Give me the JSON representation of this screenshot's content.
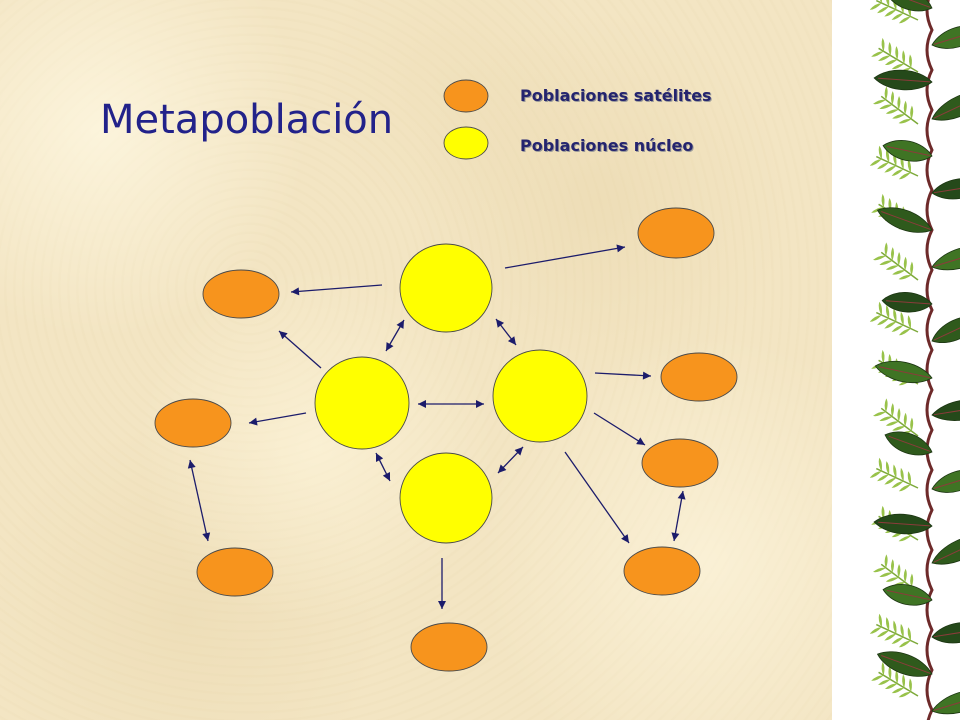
{
  "title": "Metapoblación",
  "legend": [
    {
      "label": "Poblaciones satélites",
      "color": "#f7941d"
    },
    {
      "label": "Poblaciones núcleo",
      "color": "#ffff00"
    }
  ],
  "colors": {
    "satellite": "#f7941d",
    "core": "#ffff00",
    "arrow": "#1c1c6b",
    "title_text": "#22228a",
    "background": "#f3e5c3"
  }
}
